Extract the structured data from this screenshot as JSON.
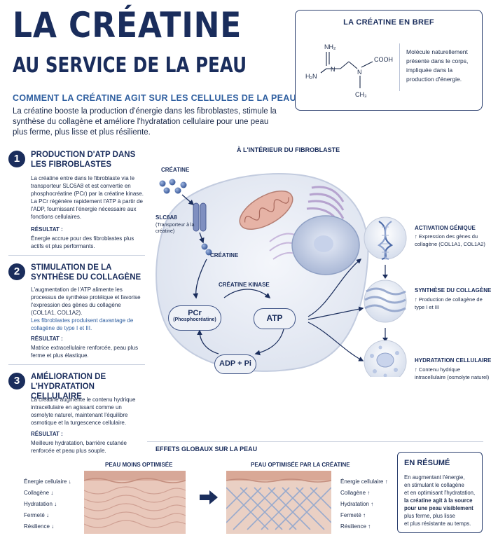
{
  "title": {
    "main": "LA CRÉATINE",
    "sub": "AU SERVICE DE LA PEAU"
  },
  "how_heading": "COMMENT LA CRÉATINE AGIT SUR LES CELLULES DE LA PEAU",
  "intro": "La créatine booste la production d'énergie dans les fibroblastes, stimule la synthèse du collagène et améliore l'hydratation cellulaire pour une peau plus ferme, plus lisse et plus résiliente.",
  "brief": {
    "title": "LA CRÉATINE EN BREF",
    "text": "Molécule naturellement présente dans le corps, impliquée dans la production d'énergie.",
    "molecule": {
      "nh2": "NH₂",
      "h2n": "H₂N",
      "cooh": "COOH",
      "n": "N",
      "ch3": "CH₃"
    }
  },
  "sections": [
    {
      "num": "1",
      "title": "PRODUCTION D'ATP DANS LES FIBROBLASTES",
      "body": "La créatine entre dans le fibroblaste via le transporteur SLC6A8 et est convertie en phosphocréatine (PCr) par la créatine kinase. La PCr régénère rapidement l'ATP à partir de l'ADP, fournissant l'énergie nécessaire aux fonctions cellulaires.",
      "result_label": "RÉSULTAT :",
      "result": "Énergie accrue pour des fibroblastes plus actifs et plus performants."
    },
    {
      "num": "2",
      "title": "STIMULATION DE LA SYNTHÈSE DU COLLAGÈNE",
      "body": "L'augmentation de l'ATP alimente les processus de synthèse protéique et favorise l'expression des gènes du collagène (COL1A1, COL1A2).",
      "body_highlight": "Les fibroblastes produisent davantage de collagène de type I et III.",
      "result_label": "RÉSULTAT :",
      "result": "Matrice extracellulaire renforcée, peau plus ferme et plus élastique."
    },
    {
      "num": "3",
      "title": "AMÉLIORATION DE L'HYDRATATION CELLULAIRE",
      "body": "La créatine augmente le contenu hydrique intracellulaire en agissant comme un osmolyte naturel, maintenant l'équilibre osmotique et la turgescence cellulaire.",
      "result_label": "RÉSULTAT :",
      "result": "Meilleure hydratation, barrière cutanée renforcée et peau plus souple."
    }
  ],
  "fibroblast": {
    "heading": "À L'INTÉRIEUR DU FIBROBLASTE",
    "creatine_top": "CRÉATINE",
    "transporter": "SLC6A8",
    "transporter_note": "(Transporteur à la créatine)",
    "creatine_in": "CRÉATINE",
    "kinase": "CRÉATINE KINASE",
    "pcr": "PCr",
    "pcr_note": "(Phosphocréatine)",
    "atp": "ATP",
    "adp": "ADP + Pi"
  },
  "effects": [
    {
      "title": "ACTIVATION GÉNIQUE",
      "body": "↑ Expression des gènes du collagène (COL1A1, COL1A2)"
    },
    {
      "title": "SYNTHÈSE DU COLLAGÈNE",
      "body": "↑ Production de collagène de type I et III"
    },
    {
      "title": "HYDRATATION CELLULAIRE",
      "body": "↑ Contenu hydrique intracellulaire (osmolyte naturel)"
    }
  ],
  "global": {
    "heading": "EFFETS GLOBAUX SUR LA PEAU",
    "left_label": "PEAU MOINS OPTIMISÉE",
    "right_label": "PEAU OPTIMISÉE PAR LA CRÉATINE",
    "left_metrics": [
      "Énergie cellulaire ↓",
      "Collagène ↓",
      "Hydratation ↓",
      "Fermeté ↓",
      "Résilience ↓"
    ],
    "right_metrics": [
      "Énergie cellulaire ↑",
      "Collagène ↑",
      "Hydratation ↑",
      "Fermeté ↑",
      "Résilience ↑"
    ]
  },
  "summary": {
    "title": "EN RÉSUMÉ",
    "lines": [
      "En augmentant l'énergie,",
      "en stimulant le collagène",
      "et en optimisant l'hydratation,",
      "la créatine agit à la source",
      "pour une peau visiblement",
      "plus ferme, plus lisse",
      "et plus résistante au temps."
    ],
    "bold_lines": [
      3,
      4
    ]
  },
  "colors": {
    "navy": "#1a2d5c",
    "accent_blue": "#2f5fa0",
    "skin_pink": "#e8c2b4",
    "membrane": "#dfe4ef"
  }
}
